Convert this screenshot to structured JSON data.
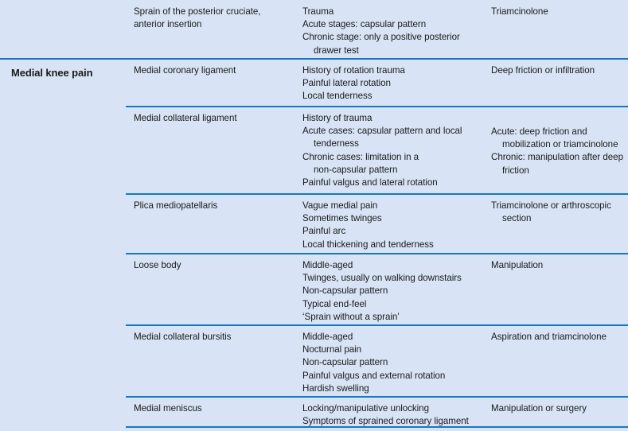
{
  "document": {
    "title": "Medial knee pain — differential diagnosis table",
    "type": "reference-table"
  },
  "theme": {
    "background": "#d8e4f6",
    "rule": "#1579bf",
    "text": "#1a1a1a"
  },
  "table": {
    "groups": [
      {
        "label": "",
        "label_visible": false
      },
      {
        "label": "Medial knee pain",
        "label_visible": true
      }
    ],
    "rows": [
      {
        "group": "",
        "rule": "none",
        "condition": "Sprain of the posterior cruciate, anterior insertion",
        "condition_lines": [
          "Sprain of the posterior cruciate,",
          "anterior insertion"
        ],
        "findings_lines": [
          "Trauma",
          "Acute stages: capsular pattern",
          "Chronic stage: only a positive posterior",
          "drawer test"
        ],
        "findings_indent": [
          false,
          false,
          false,
          true
        ],
        "treatment_lines": [
          "Triamcinolone"
        ],
        "treatment_indent": [
          false
        ]
      },
      {
        "group": "Medial knee pain",
        "rule": "full",
        "condition": "Medial coronary ligament",
        "condition_lines": [
          "Medial coronary ligament"
        ],
        "findings_lines": [
          "History of rotation trauma",
          "Painful lateral rotation",
          "Local tenderness"
        ],
        "findings_indent": [
          false,
          false,
          false
        ],
        "treatment_lines": [
          "Deep friction or infiltration"
        ],
        "treatment_indent": [
          false
        ]
      },
      {
        "group": "",
        "rule": "inner",
        "condition": "Medial collateral ligament",
        "condition_lines": [
          "Medial collateral ligament"
        ],
        "findings_lines": [
          "History of trauma",
          "Acute cases: capsular pattern and local",
          "tenderness",
          "Chronic cases: limitation in a",
          "non-capsular pattern",
          "Painful valgus and lateral rotation"
        ],
        "findings_indent": [
          false,
          false,
          true,
          false,
          true,
          false
        ],
        "treatment_lines": [
          "Acute: deep friction and",
          "mobilization or triamcinolone",
          "Chronic: manipulation after deep",
          "friction"
        ],
        "treatment_indent": [
          false,
          true,
          false,
          true
        ],
        "treatment_offset": true
      },
      {
        "group": "",
        "rule": "inner",
        "condition": "Plica mediopatellaris",
        "condition_lines": [
          "Plica mediopatellaris"
        ],
        "findings_lines": [
          "Vague medial pain",
          "Sometimes twinges",
          "Painful arc",
          "Local thickening and tenderness"
        ],
        "findings_indent": [
          false,
          false,
          false,
          false
        ],
        "treatment_lines": [
          "Triamcinolone or arthroscopic",
          "section"
        ],
        "treatment_indent": [
          false,
          true
        ]
      },
      {
        "group": "",
        "rule": "inner",
        "condition": "Loose body",
        "condition_lines": [
          "Loose body"
        ],
        "findings_lines": [
          "Middle-aged",
          "Twinges, usually on walking downstairs",
          "Non-capsular pattern",
          "Typical end-feel",
          "‘Sprain without a sprain’"
        ],
        "findings_indent": [
          false,
          false,
          false,
          false,
          false
        ],
        "treatment_lines": [
          "Manipulation"
        ],
        "treatment_indent": [
          false
        ]
      },
      {
        "group": "",
        "rule": "inner",
        "condition": "Medial collateral bursitis",
        "condition_lines": [
          "Medial collateral bursitis"
        ],
        "findings_lines": [
          "Middle-aged",
          "Nocturnal pain",
          "Non-capsular pattern",
          "Painful valgus and external rotation",
          "Hardish swelling"
        ],
        "findings_indent": [
          false,
          false,
          false,
          false,
          false
        ],
        "treatment_lines": [
          "Aspiration and triamcinolone"
        ],
        "treatment_indent": [
          false
        ]
      },
      {
        "group": "",
        "rule": "inner",
        "condition": "Medial meniscus",
        "condition_lines": [
          "Medial meniscus"
        ],
        "findings_lines": [
          "Locking/manipulative unlocking",
          "Symptoms of sprained coronary ligament"
        ],
        "findings_indent": [
          false,
          false
        ],
        "treatment_lines": [
          "Manipulation or surgery"
        ],
        "treatment_indent": [
          false
        ]
      }
    ],
    "bottom_rule": "inner"
  }
}
